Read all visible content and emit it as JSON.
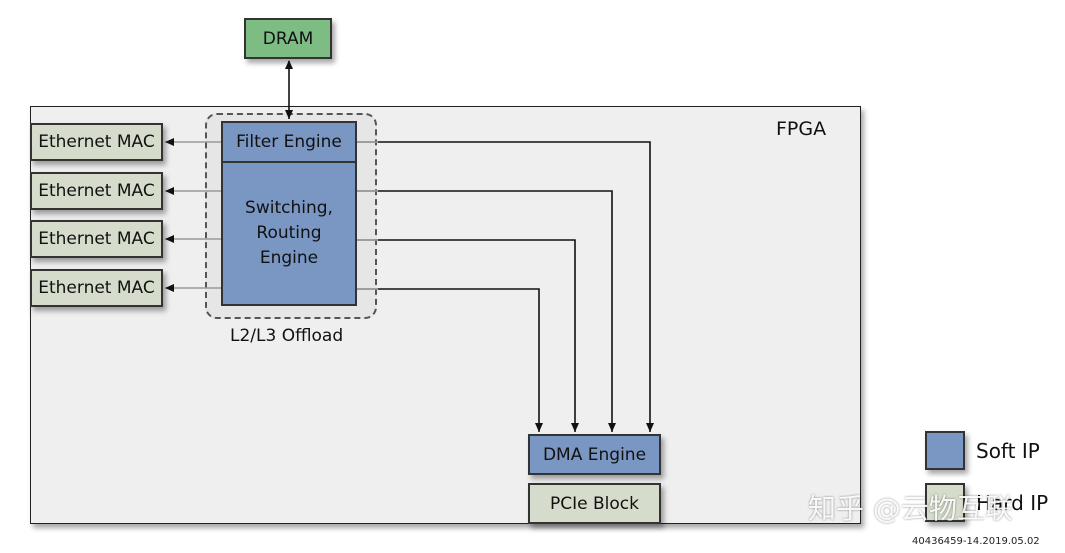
{
  "diagram": {
    "fpga_label": "FPGA",
    "dram_label": "DRAM",
    "offload_label": "L2/L3 Offload",
    "filter_engine_label": "Filter Engine",
    "switching_engine_lines": [
      "Switching,",
      "Routing",
      "Engine"
    ],
    "mac_labels": [
      "Ethernet MAC",
      "Ethernet MAC",
      "Ethernet MAC",
      "Ethernet MAC"
    ],
    "dma_label": "DMA Engine",
    "pcie_label": "PCIe Block"
  },
  "legend": {
    "soft_label": "Soft IP",
    "hard_label": "Hard IP"
  },
  "watermark": {
    "text": "知乎 @云物互联",
    "id_text": "40436459-14.2019.05.02"
  },
  "colors": {
    "soft_ip": "#7a96c2",
    "hard_ip": "#d6dccb",
    "dram": "#7dbd84",
    "fpga_bg": "#efefef"
  }
}
